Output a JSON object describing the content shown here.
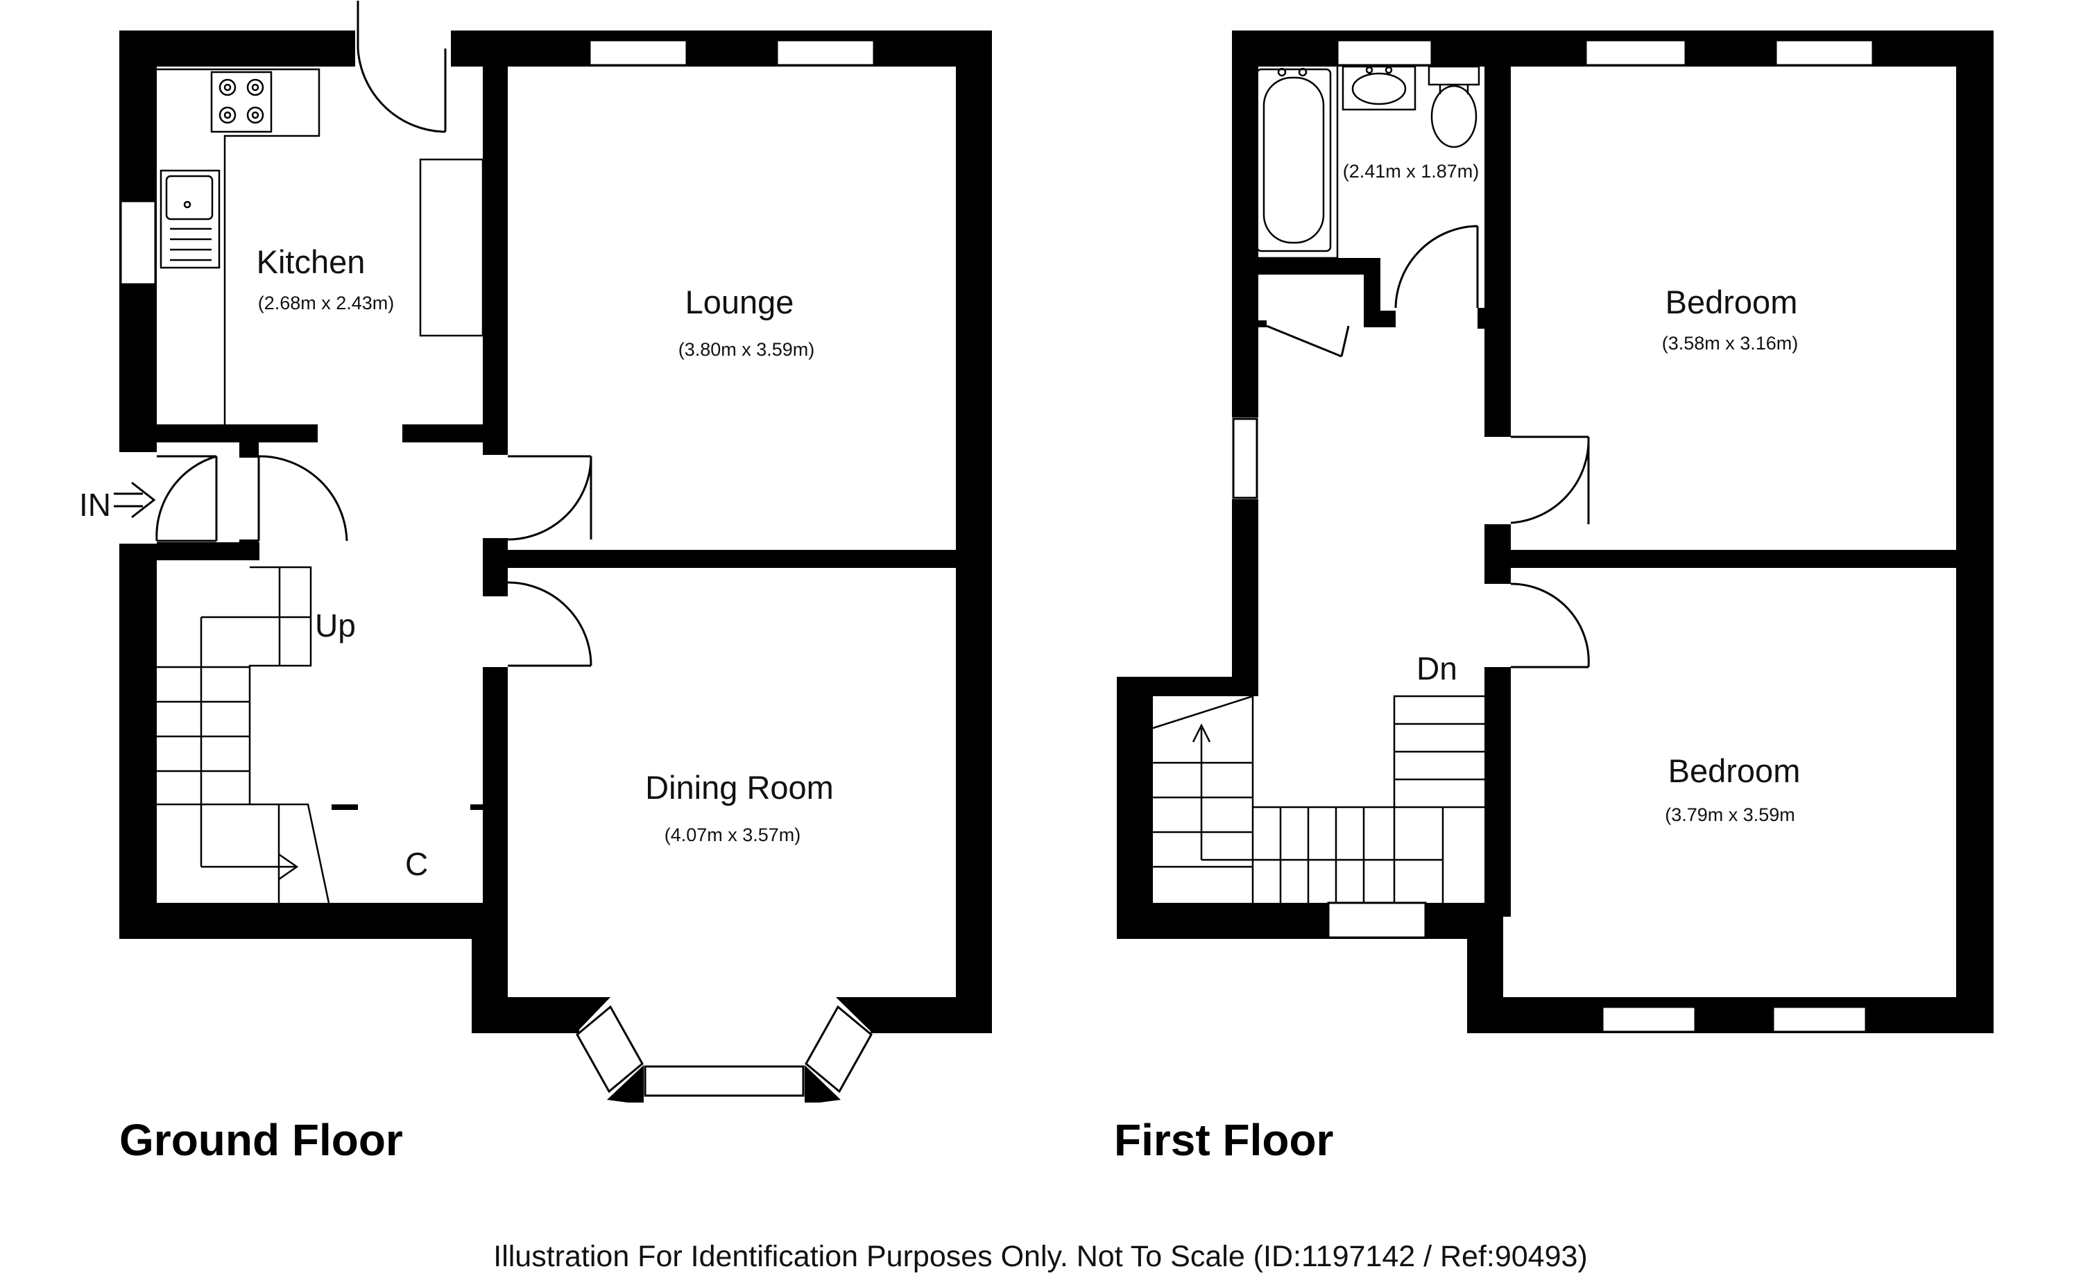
{
  "ground_floor": {
    "title": "Ground Floor",
    "rooms": [
      {
        "name": "Kitchen",
        "dims": "(2.68m x 2.43m)"
      },
      {
        "name": "Lounge",
        "dims": "(3.80m x 3.59m)"
      },
      {
        "name": "Dining Room",
        "dims": "(4.07m x 3.57m)"
      }
    ],
    "entrance_label": "IN",
    "stairs_label": "Up",
    "cupboard_label": "C"
  },
  "first_floor": {
    "title": "First Floor",
    "rooms": [
      {
        "name": "",
        "dims": "(2.41m x 1.87m)"
      },
      {
        "name": "Bedroom",
        "dims": "(3.58m x 3.16m)"
      },
      {
        "name": "Bedroom",
        "dims": "(3.79m x 3.59m"
      }
    ],
    "stairs_label": "Dn"
  },
  "footer": "Illustration For Identification Purposes Only. Not To Scale (ID:1197142 / Ref:90493)"
}
